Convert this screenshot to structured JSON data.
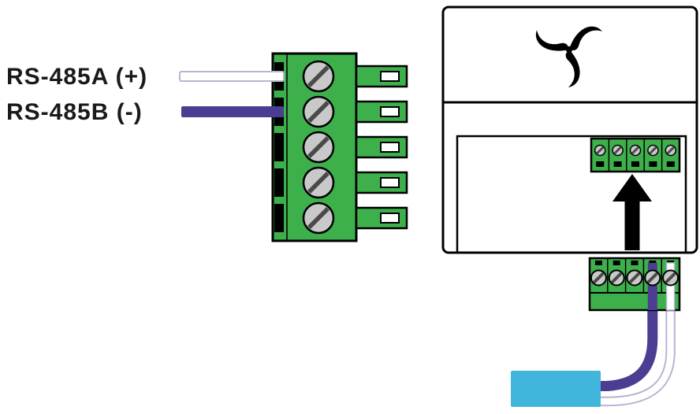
{
  "diagram": {
    "labels": {
      "rs485a": "RS-485A (+)",
      "rs485b": "RS-485B (-)"
    },
    "colors": {
      "terminal_green": "#3db04c",
      "screw_gray": "#c9c9c9",
      "slot_gray": "#4a4a4a",
      "wire_purple": "#4a3d92",
      "wire_white": "#ffffff",
      "wire_white_outline": "#b9b3d6",
      "cable_cyan": "#41b6dc",
      "line_black": "#000000",
      "label_text": "#1a1a1a",
      "background": "#ffffff"
    },
    "icons": {
      "fan_logo": "swirl-fan-logo",
      "insert_arrow": "arrow-up"
    }
  }
}
